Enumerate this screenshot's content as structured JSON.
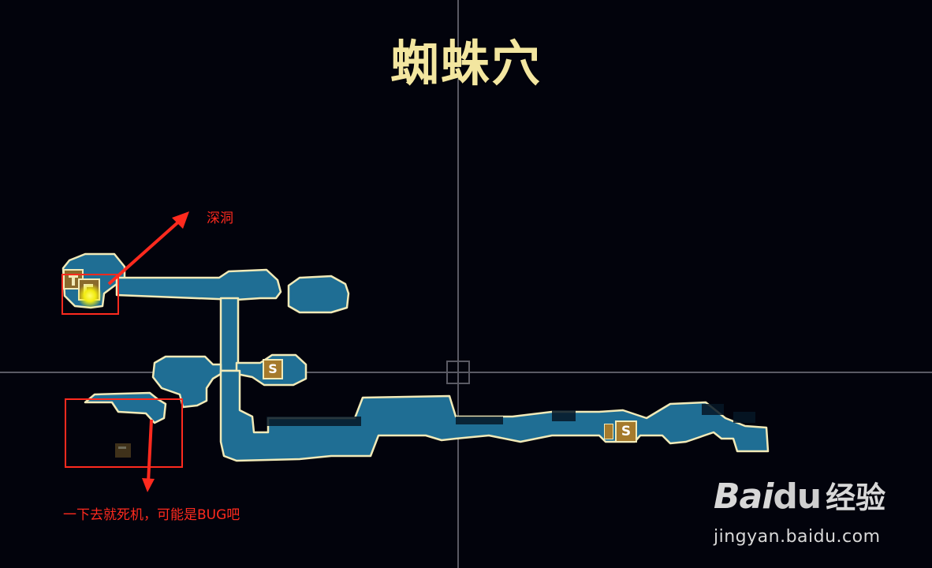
{
  "map": {
    "title": "蜘蛛穴",
    "markers": [
      {
        "id": "s-marker-1",
        "label": "S"
      },
      {
        "id": "s-marker-2",
        "label": "S"
      }
    ]
  },
  "annotations": {
    "deep_cave": "深洞",
    "crash_note": "一下去就死机，可能是BUG吧"
  },
  "watermark": {
    "logo_text": "Bai",
    "logo_du": "du",
    "logo_cn": "经验",
    "url": "jingyan.baidu.com"
  },
  "colors": {
    "background": "#02030c",
    "cave_fill": "#1f6e94",
    "cave_outline": "#f1eab8",
    "title": "#f3e6a0",
    "marker": "#a57a2c",
    "annotation": "#ff2a1e",
    "player_dot": "#f5f01c"
  },
  "icons": [
    "player-position-icon",
    "save-point-icon",
    "door-icon"
  ]
}
